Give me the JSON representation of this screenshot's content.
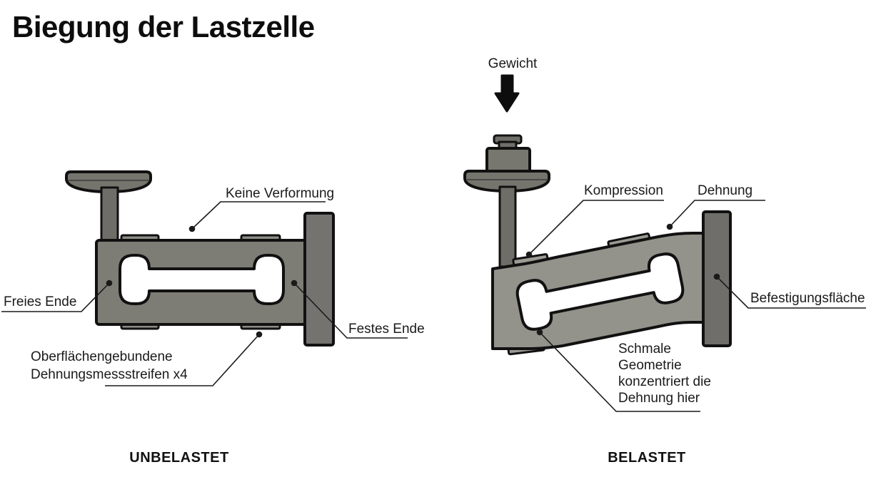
{
  "title": "Biegung der Lastzelle",
  "colors": {
    "outline": "#111111",
    "body_unloaded": "#7d7c75",
    "body_loaded": "#93928b",
    "mount_plate": "#747370",
    "mount_plate_loaded": "#6f6e6a",
    "stem": "#6e6d67",
    "platform": "#75746d",
    "weight_block": "#78776f",
    "knob": "#6f6e68",
    "gauge_tab": "#8d8c85",
    "gauge_tab_loaded": "#9c9b94",
    "arrow": "#0d0d0d"
  },
  "unloaded_figure": {
    "caption": "UNBELASTET",
    "labels": {
      "no_deformation": "Keine Verformung",
      "free_end": "Freies Ende",
      "fixed_end": "Festes Ende",
      "strain_gauges": [
        "Oberflächengebundene",
        "Dehnungsmessstreifen x4"
      ]
    }
  },
  "loaded_figure": {
    "caption": "BELASTET",
    "labels": {
      "weight": "Gewicht",
      "compression": "Kompression",
      "tension": "Dehnung",
      "mounting_surface": "Befestigungsfläche",
      "narrow_geometry": [
        "Schmale",
        "Geometrie",
        "konzentriert die",
        "Dehnung hier"
      ]
    }
  }
}
